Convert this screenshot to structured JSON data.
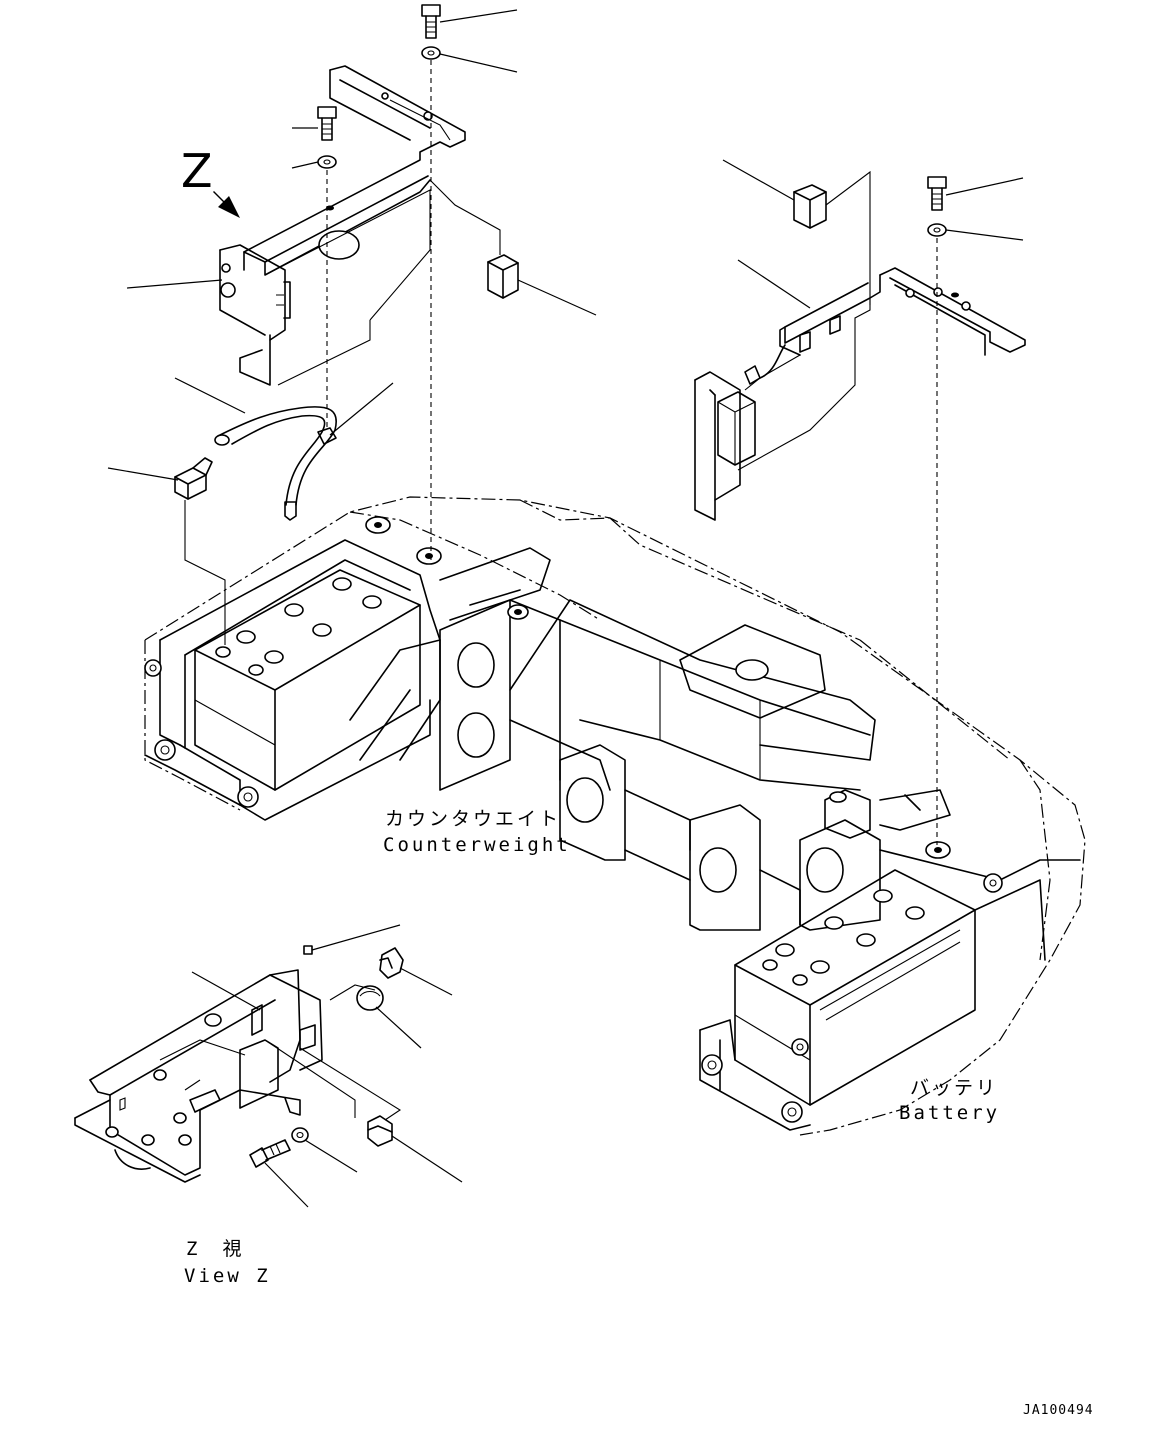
{
  "view_marker": "Z",
  "labels": {
    "counterweight_jp": "カウンタウエイト",
    "counterweight_en": "Counterweight",
    "battery_jp": "バッテリ",
    "battery_en": "Battery",
    "view_z_jp": "Z　視",
    "view_z_en": "View Z"
  },
  "drawing_code": "JA100494"
}
